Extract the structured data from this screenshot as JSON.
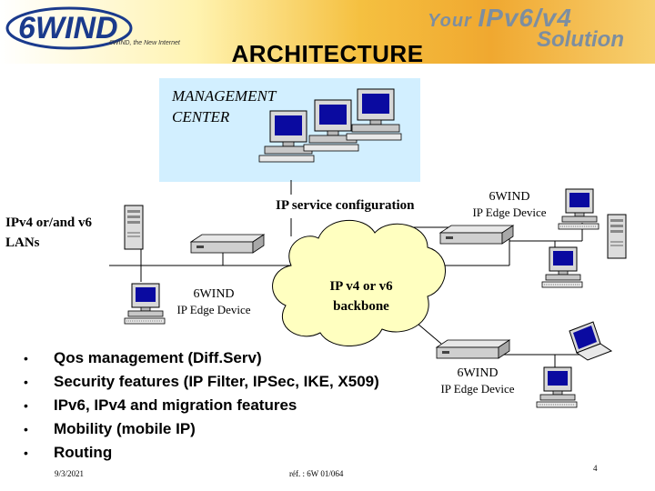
{
  "header": {
    "brand": "6WIND",
    "tagline": "6WIND, the New Internet",
    "slogan_line1_prefix": "Your ",
    "slogan_line1_main": "IPv6/v4",
    "slogan_line2": "Solution",
    "title": "ARCHITECTURE"
  },
  "diagram": {
    "management_center": "MANAGEMENT CENTER",
    "service_config": "IP service configuration",
    "lans": "IPv4 or/and v6 LANs",
    "backbone": "IP v4 or v6 backbone",
    "edge_left": {
      "name": "6WIND",
      "desc": "IP Edge Device"
    },
    "edge_top_right": {
      "name": "6WIND",
      "desc": "IP Edge Device"
    },
    "edge_bottom_right": {
      "name": "6WIND",
      "desc": "IP Edge Device"
    }
  },
  "features": [
    "Qos management (Diff.Serv)",
    "Security features (IP Filter, IPSec, IKE, X509)",
    "IPv6, IPv4 and migration features",
    "Mobility (mobile IP)",
    "Routing"
  ],
  "footer": {
    "date": "9/3/2021",
    "ref": "réf. : 6W 01/064",
    "page": "4"
  },
  "colors": {
    "management_bg": "#d2efff",
    "cloud_fill": "#ffffc0",
    "banner": "#f5c040"
  }
}
